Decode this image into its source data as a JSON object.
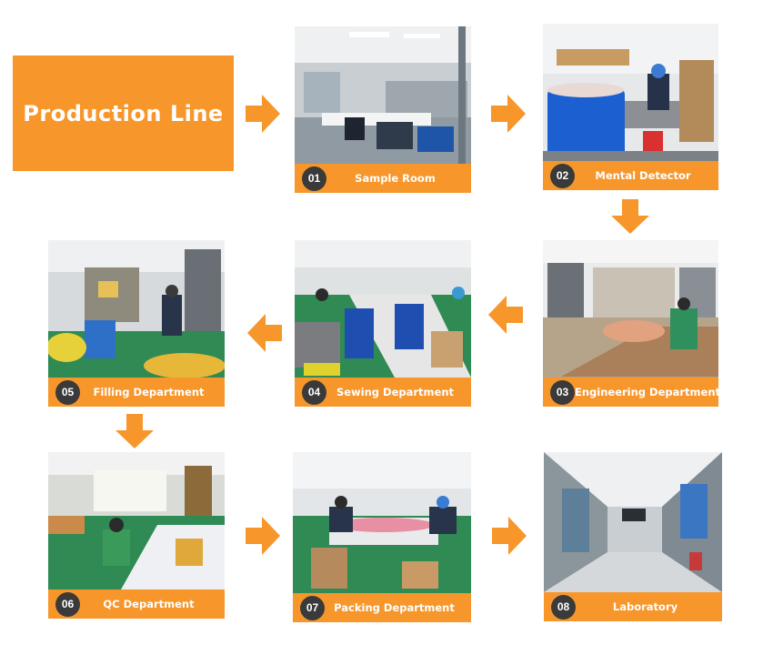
{
  "title": "Production Line",
  "colors": {
    "accent": "#f7962b",
    "badge": "#3a3a3a",
    "text": "#ffffff"
  },
  "steps": [
    {
      "number": "01",
      "label": "Sample Room"
    },
    {
      "number": "02",
      "label": "Mental Detector"
    },
    {
      "number": "03",
      "label": "Engineering Department"
    },
    {
      "number": "04",
      "label": "Sewing Department"
    },
    {
      "number": "05",
      "label": "Filling Department"
    },
    {
      "number": "06",
      "label": "QC Department"
    },
    {
      "number": "07",
      "label": "Packing Department"
    },
    {
      "number": "08",
      "label": "Laboratory"
    }
  ],
  "arrows": [
    "arrow-right-icon",
    "arrow-down-icon",
    "arrow-left-icon"
  ]
}
